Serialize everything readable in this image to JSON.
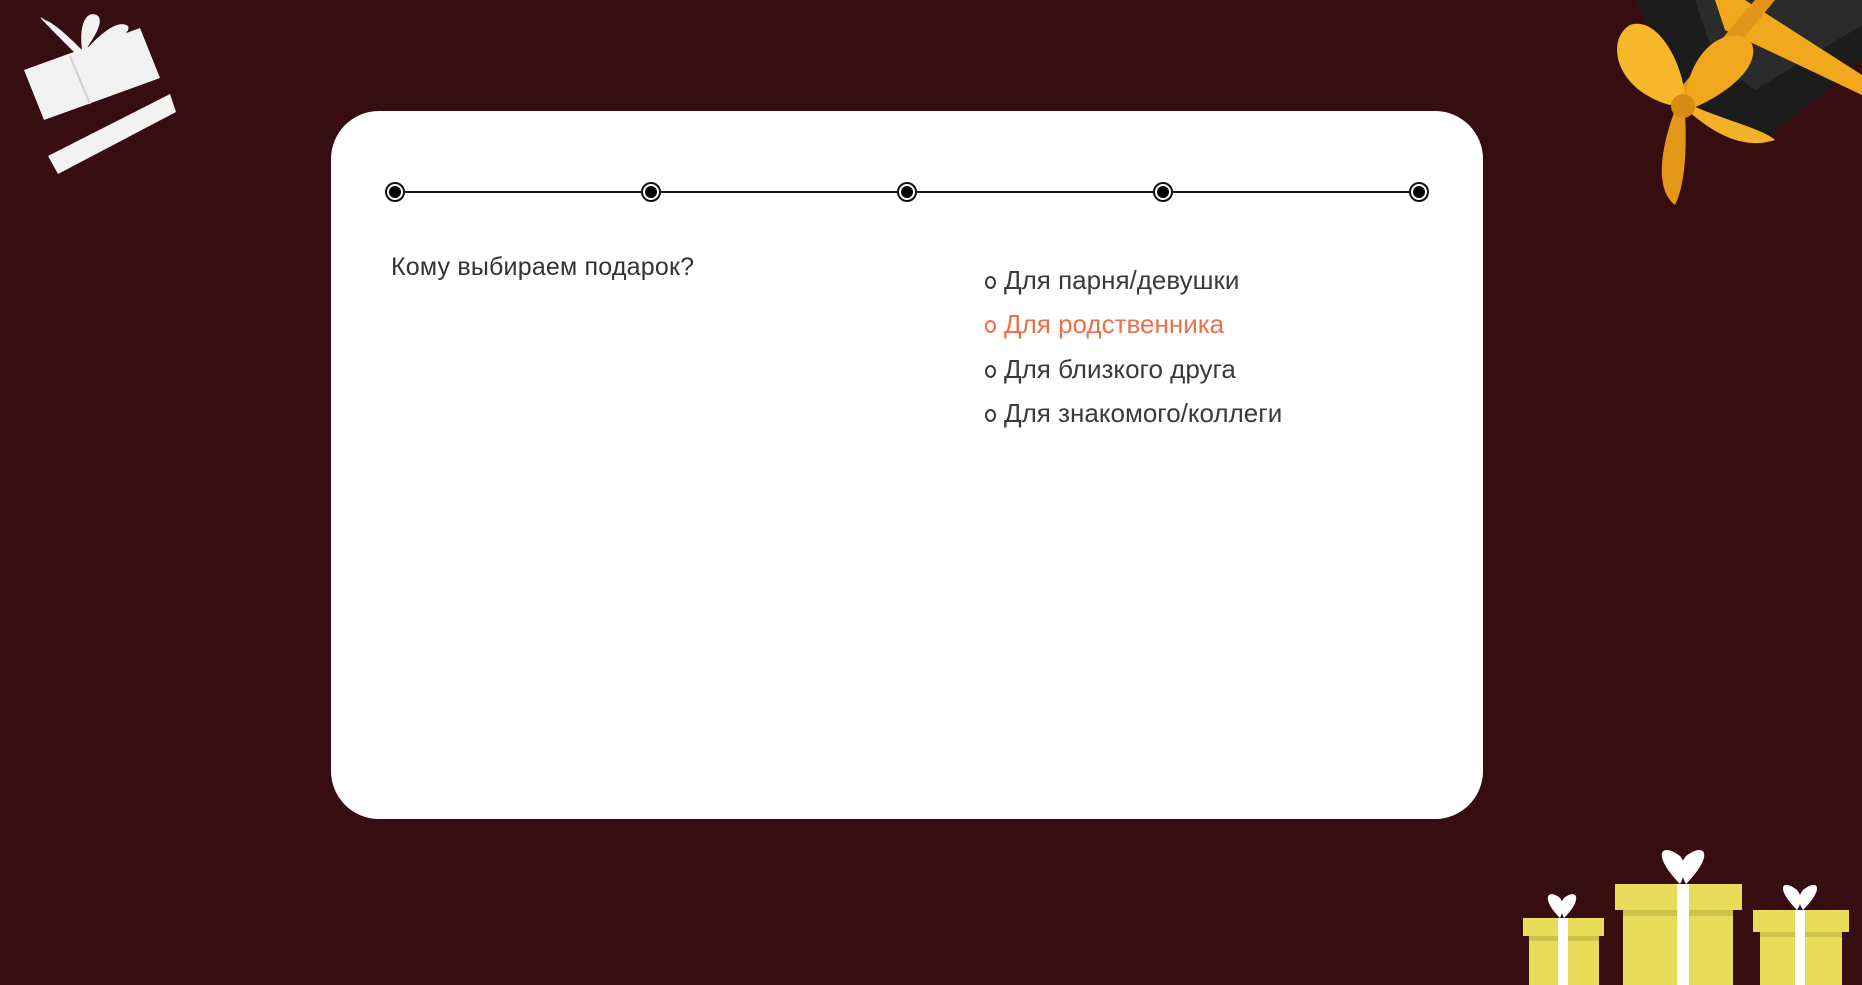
{
  "colors": {
    "background": "#360e10",
    "card": "#ffffff",
    "text": "#333333",
    "accent": "#ef6f4b",
    "gift_yellow": "#e8dc5a",
    "ribbon_gold": "#f2a81d"
  },
  "progress": {
    "total_steps": 5
  },
  "question": "Кому выбираем подарок?",
  "options": [
    {
      "label": "Для парня/девушки",
      "active": false
    },
    {
      "label": "Для родственника",
      "active": true
    },
    {
      "label": "Для близкого друга",
      "active": false
    },
    {
      "label": "Для знакомого/коллеги",
      "active": false
    }
  ],
  "decorations": {
    "top_left": "open-gift-icon",
    "top_right": "ribbon-gift-box-icon",
    "bottom_right": "gift-boxes-icon"
  }
}
